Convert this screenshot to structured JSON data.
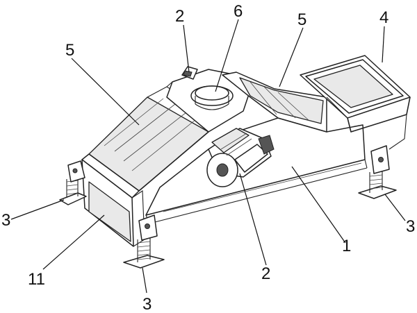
{
  "labels": [
    {
      "id": "top-left-2",
      "text": "2"
    },
    {
      "id": "top-6",
      "text": "6"
    },
    {
      "id": "top-right-5",
      "text": "5"
    },
    {
      "id": "top-4",
      "text": "4"
    },
    {
      "id": "left-5",
      "text": "5"
    },
    {
      "id": "left-3",
      "text": "3"
    },
    {
      "id": "right-3",
      "text": "3"
    },
    {
      "id": "right-1",
      "text": "1"
    },
    {
      "id": "bottom-11",
      "text": "11"
    },
    {
      "id": "bottom-2",
      "text": "2"
    },
    {
      "id": "bottom-3",
      "text": "3"
    }
  ]
}
